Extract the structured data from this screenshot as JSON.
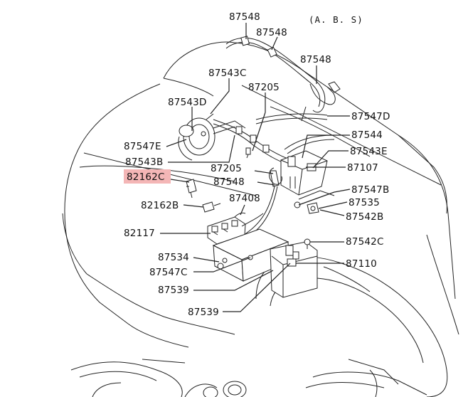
{
  "diagram": {
    "header": "(A. B. S)",
    "highlighted_part": "82162C",
    "highlight_color": "#f4b6b6",
    "labels": {
      "p87548_a": "87548",
      "p87548_b": "87548",
      "p87548_c": "87548",
      "p87543C": "87543C",
      "p87205_a": "87205",
      "p87543D": "87543D",
      "p87547D": "87547D",
      "p87544": "87544",
      "p87547E": "87547E",
      "p87543E": "87543E",
      "p87543B": "87543B",
      "p87205_b": "87205",
      "p87107": "87107",
      "p82162C": "82162C",
      "p87548_d": "87548",
      "p87547B": "87547B",
      "p87408": "87408",
      "p87535": "87535",
      "p82162B": "82162B",
      "p87542B": "87542B",
      "p82117": "82117",
      "p87542C": "87542C",
      "p87534": "87534",
      "p87110": "87110",
      "p87547C": "87547C",
      "p87539_a": "87539",
      "p87539_b": "87539"
    }
  }
}
